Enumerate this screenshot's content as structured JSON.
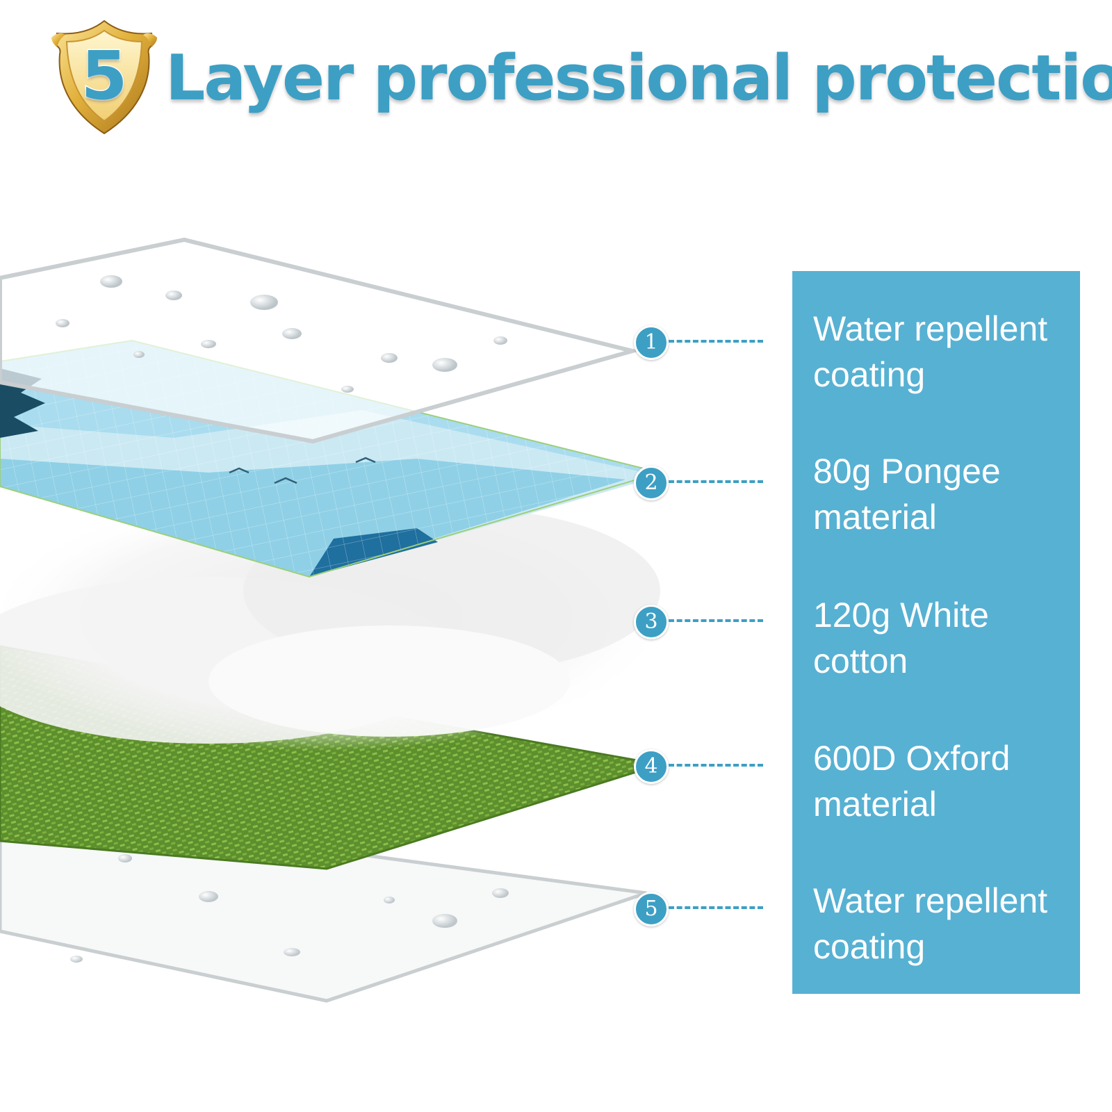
{
  "header": {
    "badge_number": "5",
    "title": "Layer professional protection"
  },
  "colors": {
    "accent": "#3d9fc4",
    "panel": "#57b1d3",
    "shield_gold": "#e2b13c"
  },
  "layers": [
    {
      "number": "1",
      "label": "Water repellent coating"
    },
    {
      "number": "2",
      "label": "80g Pongee material"
    },
    {
      "number": "3",
      "label": "120g White cotton"
    },
    {
      "number": "4",
      "label": "600D Oxford material"
    },
    {
      "number": "5",
      "label": "Water repellent coating"
    }
  ]
}
